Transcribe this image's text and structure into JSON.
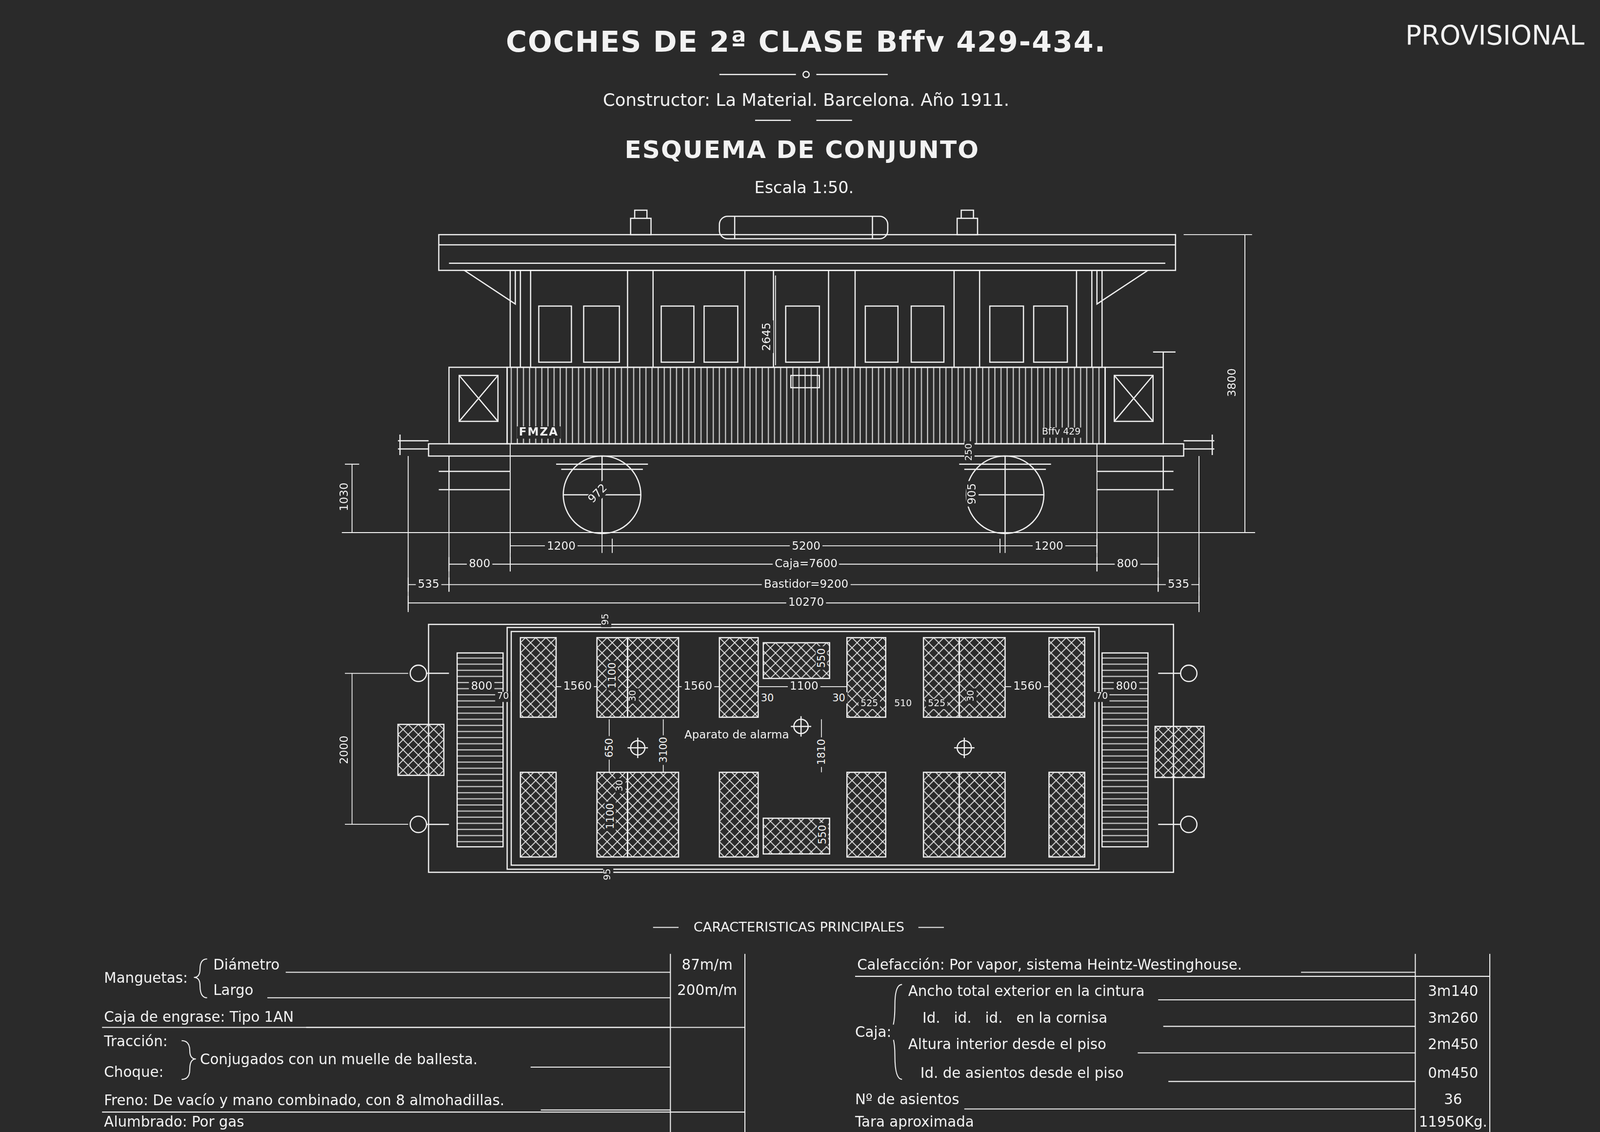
{
  "diagram": {
    "title": "COCHES DE 2ª CLASE Bffv 429-434.",
    "labels": [
      "PROVISIONAL",
      "Constructor: La Material. Barcelona. Año 1911.",
      "ESQUEMA DE CONJUNTO",
      "Escala 1:50.",
      "FMZA",
      "Bffv 429",
      "2645",
      "3800",
      "1030",
      "972",
      "905",
      "250",
      "1200",
      "5200",
      "1200",
      "800",
      "Caja=7600",
      "800",
      "535",
      "Bastidor=9200",
      "535",
      "10270",
      "95",
      "800",
      "70",
      "1560",
      "1100",
      "30",
      "1560",
      "30",
      "550",
      "1100",
      "30",
      "525",
      "510",
      "525",
      "30",
      "1560",
      "70",
      "800",
      "2000",
      "650",
      "3100",
      "Aparato de alarma",
      "1810",
      "30",
      "1100",
      "550",
      "95",
      "CARACTERISTICAS PRINCIPALES",
      "Manguetas:",
      "Diámetro",
      "Largo",
      "87m/m",
      "200m/m",
      "Caja de engrase: Tipo 1AN",
      "Tracción:",
      "Choque:",
      "Conjugados con un muelle de ballesta.",
      "Freno: De vacío y mano combinado, con 8 almohadillas.",
      "Alumbrado: Por gas",
      "Calefacción: Por vapor, sistema Heintz-Westinghouse.",
      "Caja:",
      "Ancho total exterior en la cintura",
      "Id.   id.   id.   en la cornisa",
      "Altura interior desde el piso",
      "Id. de asientos desde el piso",
      "3m140",
      "3m260",
      "2m450",
      "0m450",
      "Nº de asientos",
      "36",
      "Tara aproximada",
      "11950Kg."
    ]
  }
}
